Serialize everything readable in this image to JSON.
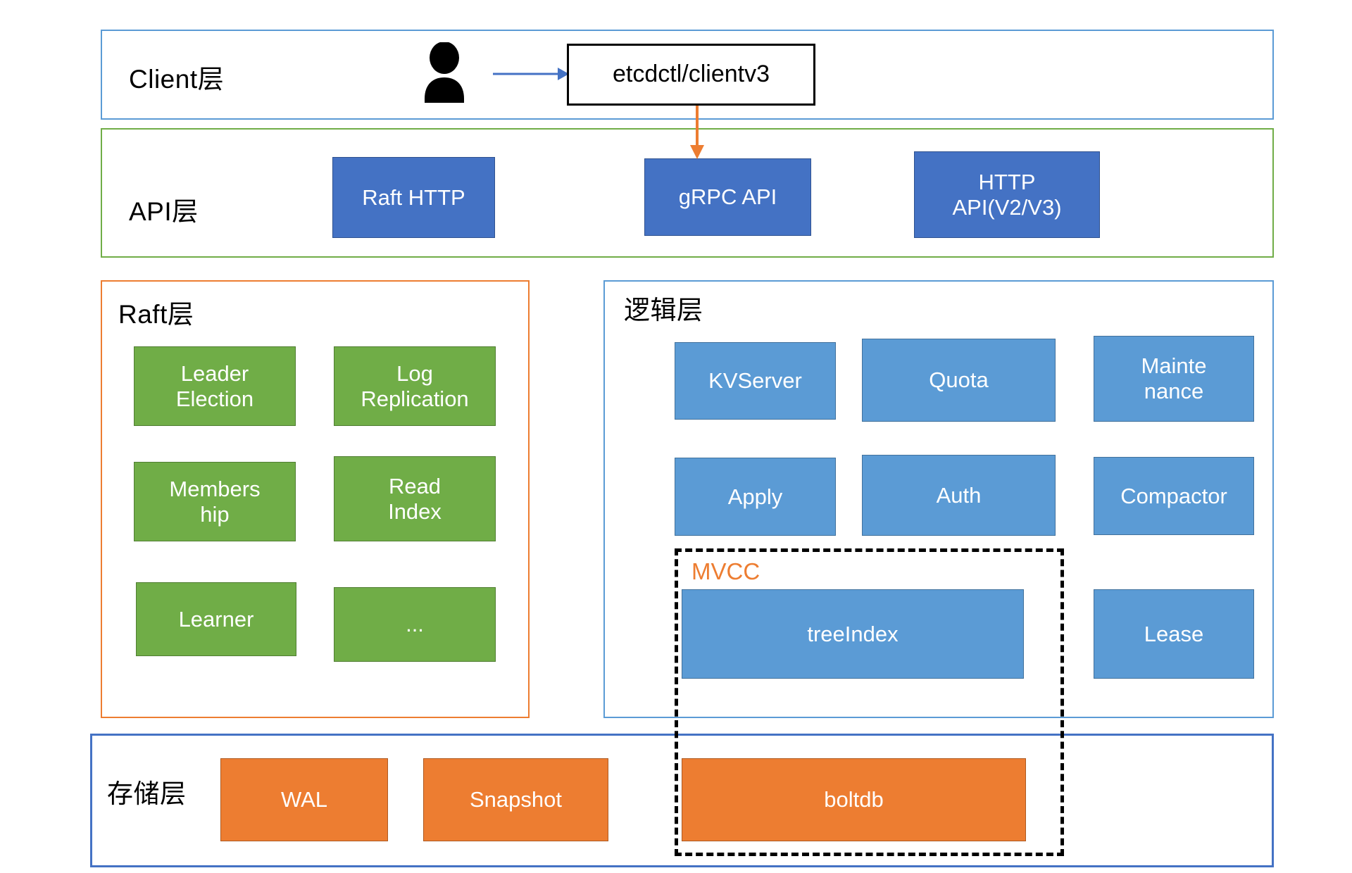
{
  "diagram": {
    "title": "etcd architecture layers",
    "colors": {
      "api_box": "#4472C4",
      "raft_box": "#70AD47",
      "logic_box": "#5B9BD5",
      "storage_box": "#ED7D31",
      "mvcc_label": "#ED7D31",
      "client_border": "#5B9BD5",
      "api_border": "#70AD47",
      "raft_border": "#ED7D31",
      "logic_border": "#5B9BD5",
      "storage_border": "#4472C4",
      "client_arrow": "#4472C4",
      "grpc_arrow": "#ED7D31"
    }
  },
  "client_layer": {
    "title": "Client层",
    "person_icon": "person-icon",
    "arrow_icon": "arrow-right-icon",
    "client_box": "etcdctl/clientv3"
  },
  "api_layer": {
    "title": "API层",
    "boxes": [
      {
        "label": "Raft HTTP"
      },
      {
        "label": "gRPC API"
      },
      {
        "label": "HTTP\nAPI(V2/V3)"
      }
    ]
  },
  "raft_layer": {
    "title": "Raft层",
    "boxes": [
      {
        "label": "Leader\nElection"
      },
      {
        "label": "Log\nReplication"
      },
      {
        "label": "Members\nhip"
      },
      {
        "label": "Read\nIndex"
      },
      {
        "label": "Learner"
      },
      {
        "label": "..."
      }
    ]
  },
  "logic_layer": {
    "title": "逻辑层",
    "boxes": [
      {
        "label": "KVServer"
      },
      {
        "label": "Quota"
      },
      {
        "label": "Mainte\nnance"
      },
      {
        "label": "Apply"
      },
      {
        "label": "Auth"
      },
      {
        "label": "Compactor"
      },
      {
        "label": "treeIndex"
      },
      {
        "label": "Lease"
      }
    ]
  },
  "mvcc": {
    "label": "MVCC"
  },
  "storage_layer": {
    "title": "存储层",
    "boxes": [
      {
        "label": "WAL"
      },
      {
        "label": "Snapshot"
      },
      {
        "label": "boltdb"
      }
    ]
  }
}
